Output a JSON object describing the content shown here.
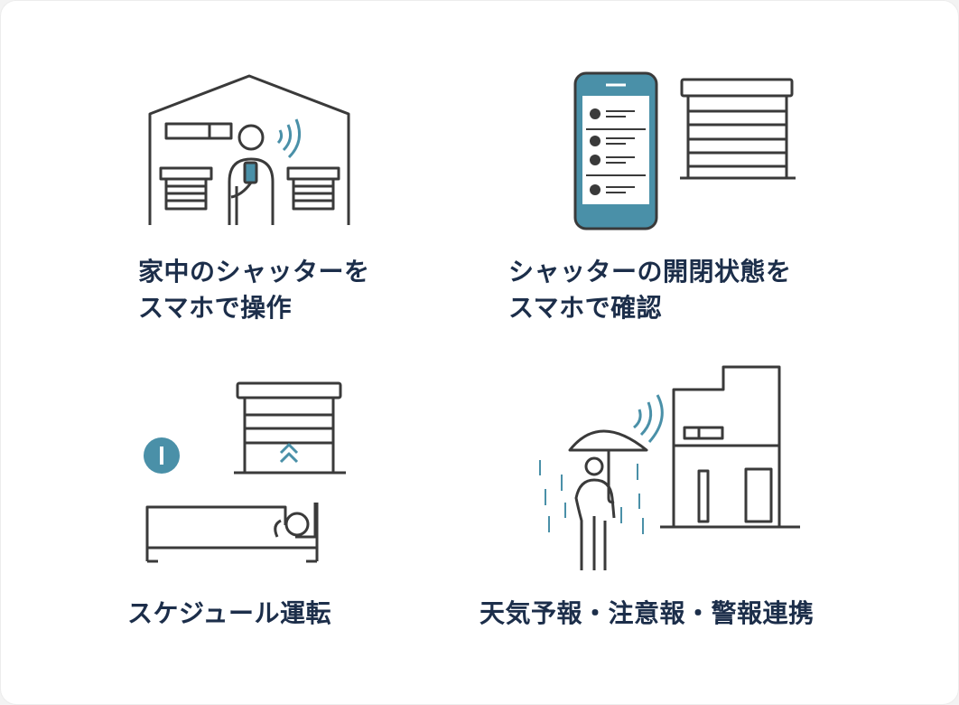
{
  "features": [
    {
      "id": "home-remote",
      "lines": [
        "家中のシャッターを",
        "スマホで操作"
      ],
      "icon": "house-person-phone-icon"
    },
    {
      "id": "status-check",
      "lines": [
        "シャッターの開閉状態を",
        "スマホで確認"
      ],
      "icon": "phone-shutter-status-icon"
    },
    {
      "id": "schedule",
      "lines": [
        "スケジュール運転"
      ],
      "icon": "bed-clock-shutter-icon"
    },
    {
      "id": "weather",
      "lines": [
        "天気予報・注意報・警報連携"
      ],
      "icon": "umbrella-rain-house-icon"
    }
  ],
  "colors": {
    "line": "#3a3a3a",
    "accent": "#4a90a8",
    "text": "#1c2e4a",
    "background": "#ffffff"
  }
}
